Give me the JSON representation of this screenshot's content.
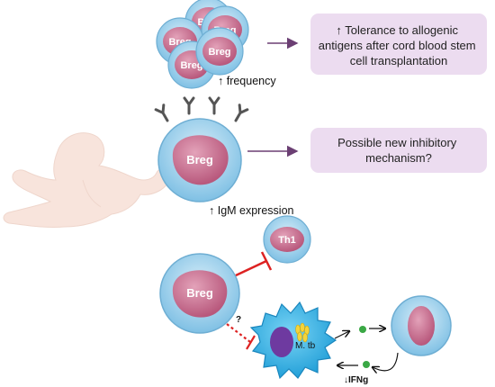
{
  "rows": {
    "frequency": {
      "cell_label": "Breg",
      "caption": "↑ frequency",
      "outcome": [
        "↑ Tolerance to allogenic",
        "antigens after cord blood stem",
        "cell transplantation"
      ]
    },
    "igm": {
      "cell_label": "Breg",
      "caption": "↑ IgM expression",
      "outcome": [
        "Possible new inhibitory",
        "mechanism?"
      ]
    },
    "th1": {
      "breg_label": "Breg",
      "th1_label": "Th1",
      "question_mark": "?",
      "pathogen_label": "M. tb",
      "ifng_label": "↓IFNg"
    }
  },
  "colors": {
    "cell_outer": "#a9d6ef",
    "cell_nucleus": "#c97897",
    "outcome_box": "#ecdcf0",
    "arrow": "#6b3f73",
    "inhibit_red": "#dd2222",
    "macrophage": "#3db4e6",
    "mtb": "#f5d43a",
    "dot_green": "#3aa845",
    "infant": "#f8e4dc"
  }
}
